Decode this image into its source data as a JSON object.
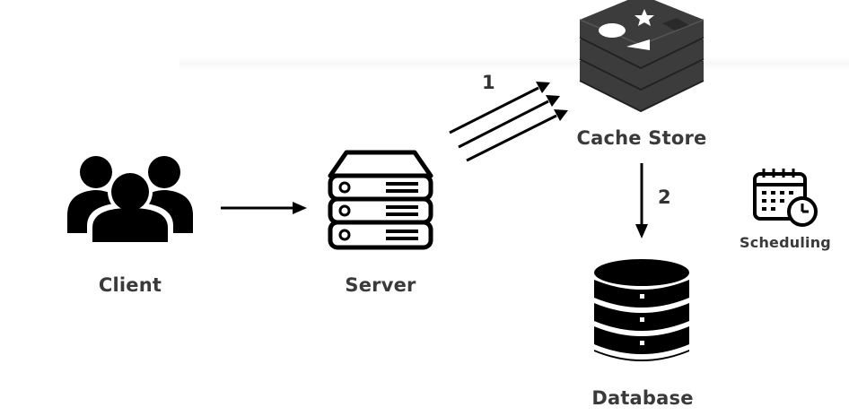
{
  "nodes": {
    "client": {
      "label": "Client",
      "icon": "users-icon"
    },
    "server": {
      "label": "Server",
      "icon": "server-rack-icon"
    },
    "cache": {
      "label": "Cache Store",
      "icon": "redis-logo-icon"
    },
    "database": {
      "label": "Database",
      "icon": "database-icon"
    },
    "scheduling": {
      "label": "Scheduling",
      "icon": "calendar-clock-icon"
    }
  },
  "edges": {
    "server_to_cache": {
      "label": "1"
    },
    "cache_to_database": {
      "label": "2"
    }
  },
  "colors": {
    "icon": "#000000",
    "label": "#3a3a3a",
    "redis_dark": "#3c3c3c",
    "redis_shade": "#2a2a2a",
    "redis_light": "#ffffff"
  }
}
